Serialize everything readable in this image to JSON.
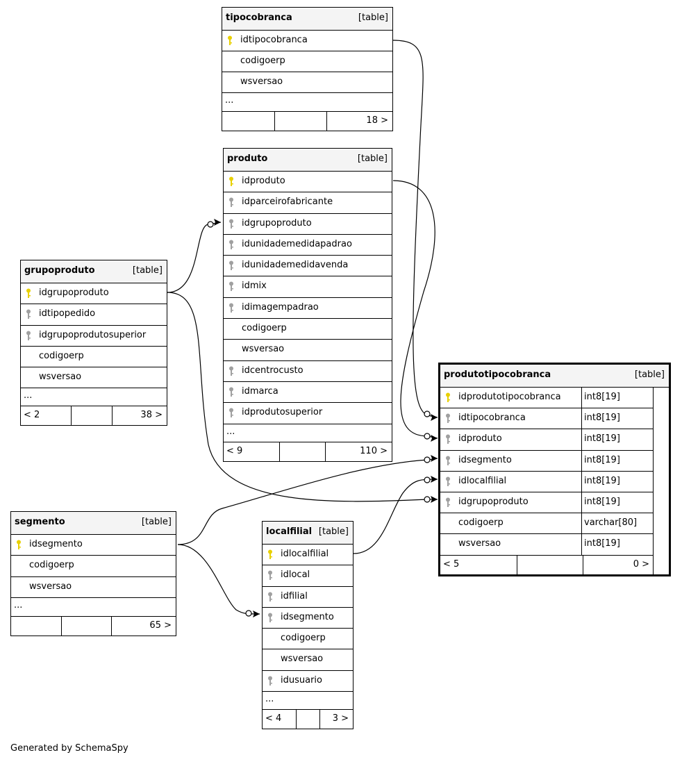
{
  "footer": {
    "credit": "Generated by SchemaSpy"
  },
  "colors": {
    "pk_key": "#e8d000",
    "fk_key": "#a0a0a0",
    "header_bg": "#f4f4f4"
  },
  "tables": {
    "tipocobranca": {
      "name": "tipocobranca",
      "kind": "[table]",
      "columns": [
        {
          "name": "idtipocobranca",
          "key": "pk"
        },
        {
          "name": "codigoerp",
          "key": ""
        },
        {
          "name": "wsversao",
          "key": ""
        }
      ],
      "more": "...",
      "parents": "",
      "children": "18 >"
    },
    "produto": {
      "name": "produto",
      "kind": "[table]",
      "columns": [
        {
          "name": "idproduto",
          "key": "pk"
        },
        {
          "name": "idparceirofabricante",
          "key": "fk"
        },
        {
          "name": "idgrupoproduto",
          "key": "fk"
        },
        {
          "name": "idunidademedidapadrao",
          "key": "fk"
        },
        {
          "name": "idunidademedidavenda",
          "key": "fk"
        },
        {
          "name": "idmix",
          "key": "fk"
        },
        {
          "name": "idimagempadrao",
          "key": "fk"
        },
        {
          "name": "codigoerp",
          "key": ""
        },
        {
          "name": "wsversao",
          "key": ""
        },
        {
          "name": "idcentrocusto",
          "key": "fk"
        },
        {
          "name": "idmarca",
          "key": "fk"
        },
        {
          "name": "idprodutosuperior",
          "key": "fk"
        }
      ],
      "more": "...",
      "parents": "< 9",
      "children": "110 >"
    },
    "grupoproduto": {
      "name": "grupoproduto",
      "kind": "[table]",
      "columns": [
        {
          "name": "idgrupoproduto",
          "key": "pk"
        },
        {
          "name": "idtipopedido",
          "key": "fk"
        },
        {
          "name": "idgrupoprodutosuperior",
          "key": "fk"
        },
        {
          "name": "codigoerp",
          "key": ""
        },
        {
          "name": "wsversao",
          "key": ""
        }
      ],
      "more": "...",
      "parents": "< 2",
      "children": "38 >"
    },
    "produtotipocobranca": {
      "name": "produtotipocobranca",
      "kind": "[table]",
      "columns": [
        {
          "name": "idprodutotipocobranca",
          "key": "pk",
          "type": "int8[19]"
        },
        {
          "name": "idtipocobranca",
          "key": "fk",
          "type": "int8[19]"
        },
        {
          "name": "idproduto",
          "key": "fk",
          "type": "int8[19]"
        },
        {
          "name": "idsegmento",
          "key": "fk",
          "type": "int8[19]"
        },
        {
          "name": "idlocalfilial",
          "key": "fk",
          "type": "int8[19]"
        },
        {
          "name": "idgrupoproduto",
          "key": "fk",
          "type": "int8[19]"
        },
        {
          "name": "codigoerp",
          "key": "",
          "type": "varchar[80]"
        },
        {
          "name": "wsversao",
          "key": "",
          "type": "int8[19]"
        }
      ],
      "parents": "< 5",
      "children": "0 >"
    },
    "segmento": {
      "name": "segmento",
      "kind": "[table]",
      "columns": [
        {
          "name": "idsegmento",
          "key": "pk"
        },
        {
          "name": "codigoerp",
          "key": ""
        },
        {
          "name": "wsversao",
          "key": ""
        }
      ],
      "more": "...",
      "parents": "",
      "children": "65 >"
    },
    "localfilial": {
      "name": "localfilial",
      "kind": "[table]",
      "columns": [
        {
          "name": "idlocalfilial",
          "key": "pk"
        },
        {
          "name": "idlocal",
          "key": "fk"
        },
        {
          "name": "idfilial",
          "key": "fk"
        },
        {
          "name": "idsegmento",
          "key": "fk"
        },
        {
          "name": "codigoerp",
          "key": ""
        },
        {
          "name": "wsversao",
          "key": ""
        },
        {
          "name": "idusuario",
          "key": "fk"
        }
      ],
      "more": "...",
      "parents": "< 4",
      "children": "3 >"
    }
  }
}
